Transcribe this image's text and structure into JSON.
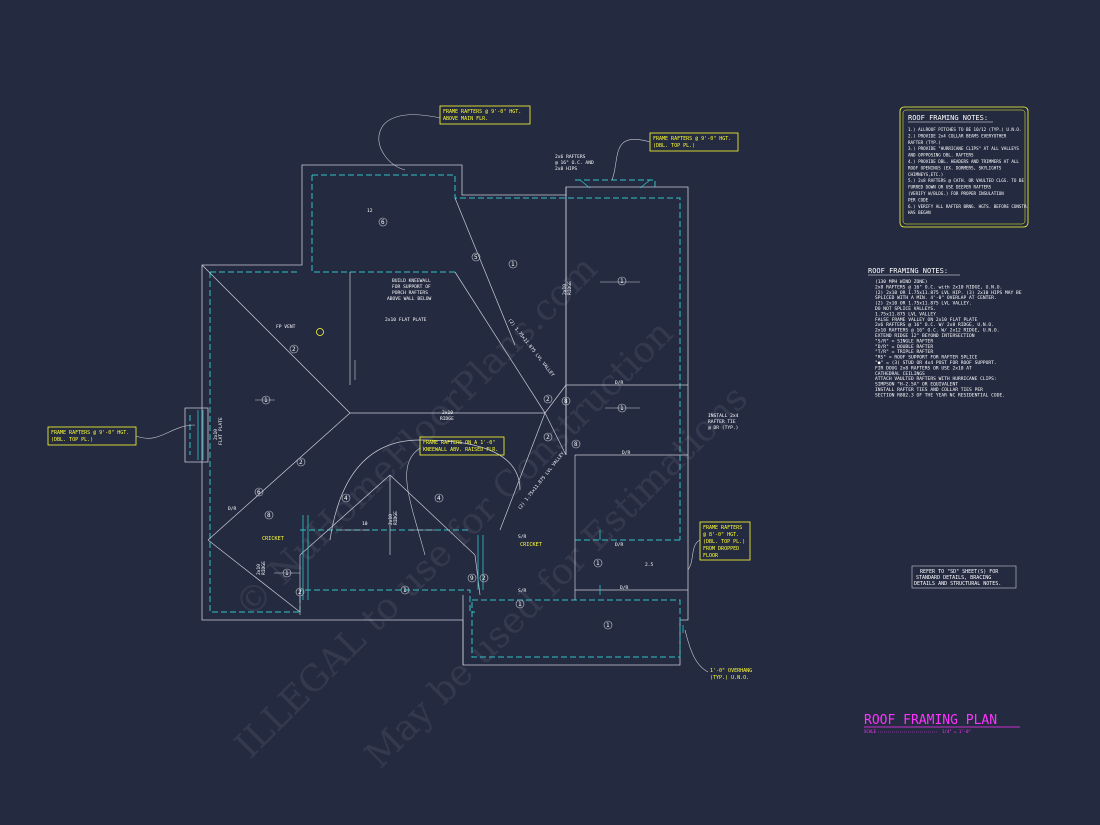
{
  "title": "ROOF FRAMING PLAN",
  "scale_label": "SCALE",
  "scale_value": "1/4\" = 1'-0\"",
  "watermark": {
    "line1": "© NuHomeFloorPlans.com",
    "line2": "ILLEGAL to use for Construction",
    "line3": "May be used for Estimations"
  },
  "notes_box": {
    "title": "ROOF FRAMING NOTES:",
    "lines": [
      "1.) ALLROOF PITCHES TO BE 10/12 (TYP.) U.N.O.",
      "2.) PROVIDE 2x4 COLLAR BEAMS EVERYOTHER",
      "RAFTER (TYP.)",
      "3.) PROVIDE \"HURRICANE CLIPS\" AT ALL VALLEYS",
      "AND OPPPOSING DBL. RAFTERS",
      "4.) PROVIDE DBL. HEADERS AND TRIMMERS AT ALL",
      "ROOF OPENINGS (EX. DORMERS, SKYLIGHTS",
      "CHIMNEYS,ETC.)",
      "5.) 2x8 RAFTERS @ CATH. OR VAULTED CLGS. TO BE",
      "FURRED DOWN OR USE DEEPER RAFTERS",
      "(VERIFY W/BLDG.) FOR PROPER INSULATION",
      "PER CODE",
      "6.) VERIFY ALL RAFTER BRNG. HGTS. BEFORE CONSTR.",
      "HAS BEGAN"
    ]
  },
  "notes_list": {
    "title": "ROOF FRAMING NOTES:",
    "lines": [
      "(130 MPH WIND ZONE)",
      "2x8 RAFTERS @ 16\" O.C. with 2x10 RIDGE, U.N.O.",
      "(2) 2x10 OR 1.75x11.875 LVL HIP. (3) 2x10 HIPS MAY BE",
      "SPLICED WITH A MIN. 4'-0\" OVERLAP AT CENTER.",
      "(2) 2x10 OR 1.75x11.875 LVL VALLEY.",
      "DO NOT SPLICE VALLEYS.",
      "1.75x11.875 LVL VALLEY",
      "FALSE FRAME VALLEY ON 2x10 FLAT PLATE",
      "2x6 RAFTERS @ 16\" O.C. W/ 2x8 RIDGE, U.N.O.",
      "2x10 RAFTERS @ 16\" O.C. W/ 2x12 RIDGE, U.N.O.",
      "EXTEND RIDGE 12\" BEYOND INTERSECTION",
      "\"S/R\" = SINGLE RAFTER",
      "\"D/R\" = DOUBLE RAFTER",
      "\"T/R\" = TRIPLE RAFTER",
      "\"RS\" = ROOF SUPPORT FOR RAFTER SPLICE",
      "\"●\" = (3) STUD OR 4x4 POST FOR ROOF SUPPORT.",
      "FIR DOUG 2x8 RAFTERS OR USE 2x10 AT",
      "CATHEDRAL CEILINGS",
      "ATTACH VAULTED RAFTERS WITH HURRICANE CLIPS:",
      "SIMPSON \"H-2.5A\" OR EQUIVALENT",
      "INSTALL RAFTER TIES AND COLLAR TIES PER",
      "SECTION R802.3 OF THE YEAR NC RESIDENTIAL CODE."
    ]
  },
  "refer_note": [
    "REFER TO \"SD\" SHEET(S) FOR",
    "STANDARD DETAILS, BRACING",
    "DETAILS AND STRUCTURAL NOTES."
  ],
  "callouts": {
    "c1": [
      "FRAME RAFTERS @ 9'-0\" HGT.",
      "ABOVE MAIN FLR."
    ],
    "c2": [
      "FRAME RAFTERS @ 9'-0\" HGT.",
      "(DBL. TOP PL.)"
    ],
    "c3": [
      "FRAME RAFTERS @ 9'-0\" HGT.",
      "(DBL. TOP PL.)"
    ],
    "c4": [
      "FRAME RAFTERS ON A 1'-0\"",
      "KNEEWALL ABV. RAISED FLR."
    ],
    "c5": [
      "FRAME RAFTERS",
      "@ 8'-0\" HGT.",
      "(DBL. TOP PL.)",
      "FROM DROPPED",
      "FLOOR"
    ],
    "c6": [
      "1'-0\" OVERHANG",
      "(TYP.) U.N.O."
    ]
  },
  "labels": {
    "kneewall": [
      "BUILD KNEEWALL",
      "FOR SUPPORT OF",
      "PORCH RAFTERS",
      "ABOVE WALL BELOW"
    ],
    "flat_plate": "2x10 FLAT PLATE",
    "fp_vent": "FP VENT",
    "rafters_2x6": [
      "2x6 RAFTERS",
      "@ 16\" O.C. AND",
      "2x8 HIPS"
    ],
    "ridge_2x10": "2x10",
    "ridge_word": "RIDGE",
    "ridge_2x10_b": "2x10",
    "ridge_word_b": "RIDGE",
    "ridge_2x10_c": "2x10",
    "ridge_word_c": "RIDGE",
    "ridge_2x10_d": "2x10",
    "ridge_word_d": "RIDGE",
    "flat_plate_side": [
      "2x10",
      "FLAT PLATE"
    ],
    "install": [
      "INSTALL 2x4",
      "RAFTER TIE",
      "@ DR (TYP.)"
    ],
    "valley1": "(2) 1.75x11.875 LVL VALLEY",
    "valley2": "(2) 1.75x11.875 LVL VALLEY",
    "cricket1": "CRICKET",
    "cricket2": "CRICKET",
    "dr": "D/R",
    "sr": "S/R",
    "pitch12": "12",
    "pitch10": "10",
    "pitch_b": "2.5"
  },
  "colors": {
    "background": "#242a40",
    "linework": "#c9cbd3",
    "dashed": "#34c3c6",
    "callout": "#ffff33",
    "title": "#ff33ff"
  }
}
